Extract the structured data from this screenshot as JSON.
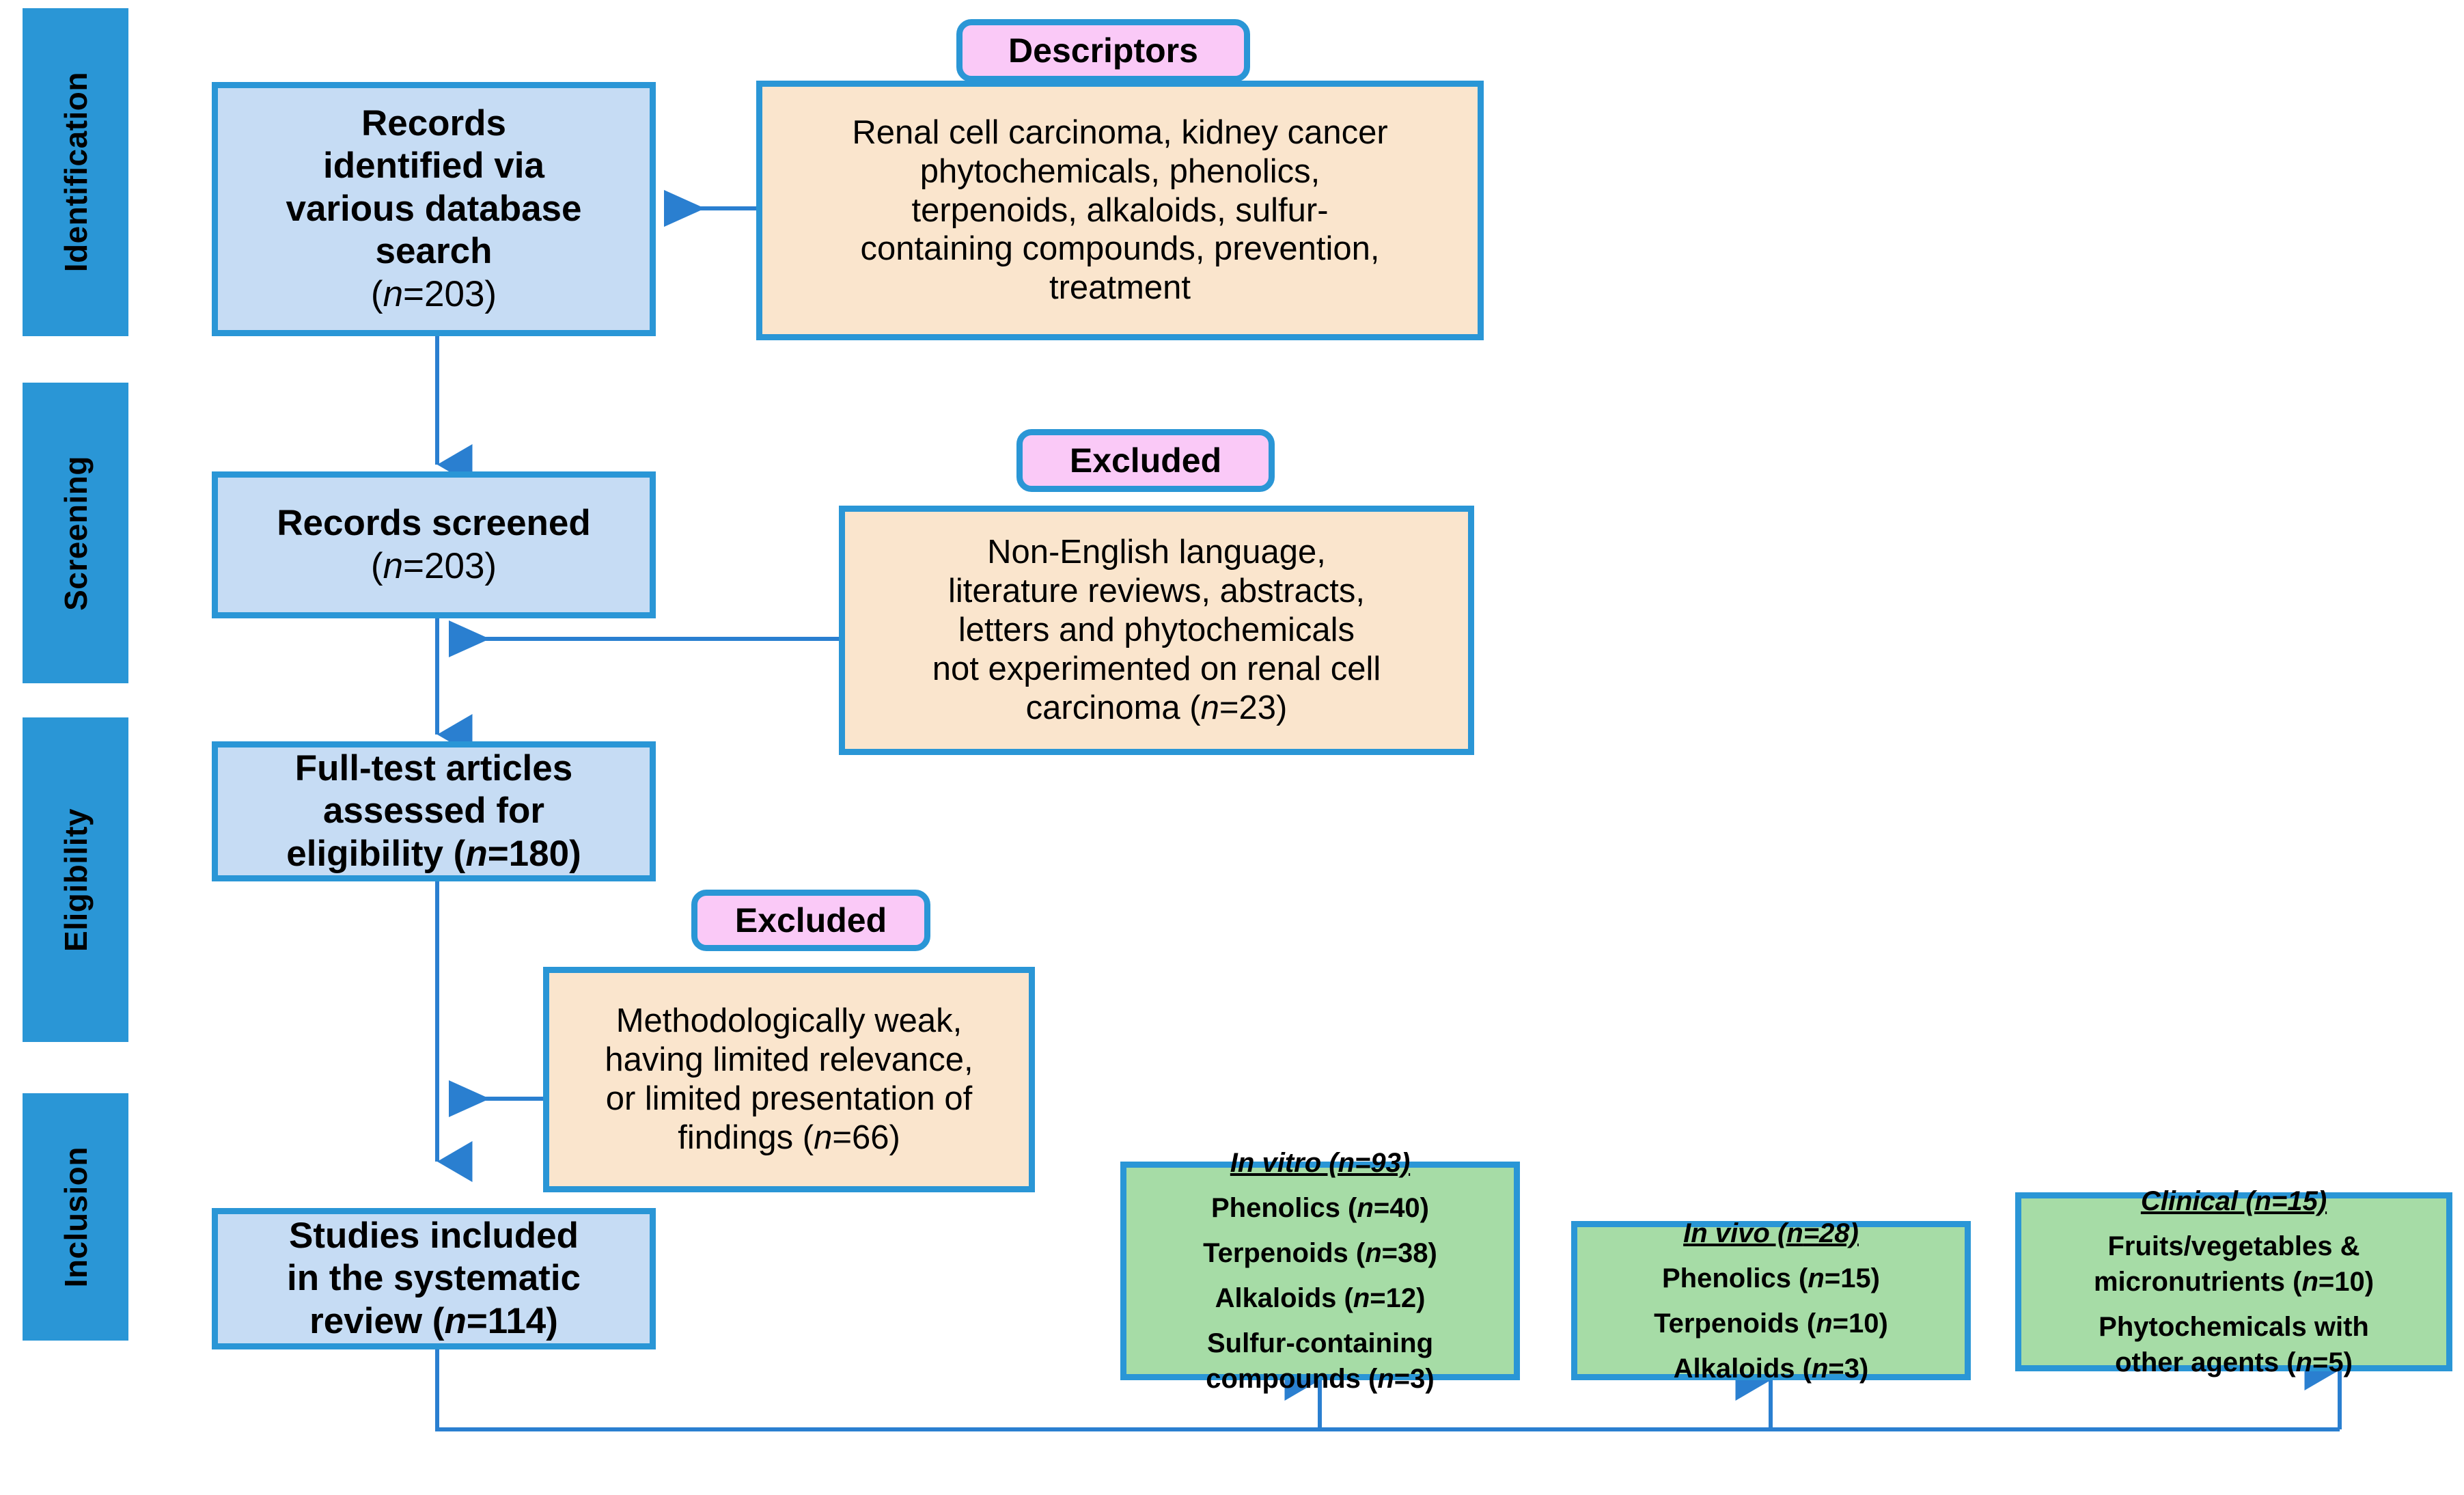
{
  "diagram": {
    "type": "prisma-flow-diagram",
    "colors": {
      "accent_blue": "#2a96d6",
      "box_blue_fill": "#c6dcf4",
      "box_orange_fill": "#fae5cd",
      "box_green_fill": "#a6dca6",
      "tab_pink_fill": "#fac9f7"
    },
    "phases": [
      {
        "id": "identification",
        "label": "Identification"
      },
      {
        "id": "screening",
        "label": "Screening"
      },
      {
        "id": "eligibility",
        "label": "Eligibility"
      },
      {
        "id": "inclusion",
        "label": "Inclusion"
      }
    ],
    "main_boxes": [
      {
        "id": "records-identified",
        "lines": [
          "Records",
          "identified via",
          "various database",
          "search",
          "(n=203)"
        ],
        "n": 203
      },
      {
        "id": "records-screened",
        "lines": [
          "Records screened",
          "(n=203)"
        ],
        "n": 203
      },
      {
        "id": "full-text-assessed",
        "lines": [
          "Full-test articles",
          "assessed for",
          "eligibility  (n=180)"
        ],
        "n": 180
      },
      {
        "id": "studies-included",
        "lines": [
          "Studies included",
          "in the systematic",
          "review  (n=114)"
        ],
        "n": 114
      }
    ],
    "side_boxes": [
      {
        "id": "descriptors",
        "tab_label": "Descriptors",
        "lines": [
          "Renal cell carcinoma, kidney cancer",
          "phytochemicals, phenolics,",
          "terpenoids, alkaloids, sulfur-",
          "containing compounds, prevention,",
          "treatment"
        ]
      },
      {
        "id": "excluded-screening",
        "tab_label": "Excluded",
        "lines": [
          "Non-English language,",
          "literature reviews, abstracts,",
          "letters and phytochemicals",
          "not experimented on renal cell",
          "carcinoma (n=23)"
        ],
        "n": 23
      },
      {
        "id": "excluded-eligibility",
        "tab_label": "Excluded",
        "lines": [
          "Methodologically weak,",
          "having limited relevance,",
          "or limited presentation of",
          "findings (n=66)"
        ],
        "n": 66
      }
    ],
    "outcome_boxes": [
      {
        "id": "in-vitro",
        "heading": "In vitro (n=93)",
        "heading_total": 93,
        "items": [
          "Phenolics (n=40)",
          "Terpenoids (n=38)",
          "Alkaloids (n=12)",
          "Sulfur-containing",
          "compounds (n=3)"
        ],
        "counts": {
          "Phenolics": 40,
          "Terpenoids": 38,
          "Alkaloids": 12,
          "Sulfur-containing compounds": 3
        }
      },
      {
        "id": "in-vivo",
        "heading": "In vivo  (n=28)",
        "heading_total": 28,
        "items": [
          "Phenolics (n=15)",
          "Terpenoids (n=10)",
          "Alkaloids (n=3)"
        ],
        "counts": {
          "Phenolics": 15,
          "Terpenoids": 10,
          "Alkaloids": 3
        }
      },
      {
        "id": "clinical",
        "heading": "Clinical (n=15)",
        "heading_total": 15,
        "items": [
          "Fruits/vegetables &",
          "micronutrients (n=10)",
          "Phytochemicals with",
          "other agents (n=5)"
        ],
        "counts": {
          "Fruits/vegetables & micronutrients": 10,
          "Phytochemicals with other agents": 5
        }
      }
    ]
  }
}
